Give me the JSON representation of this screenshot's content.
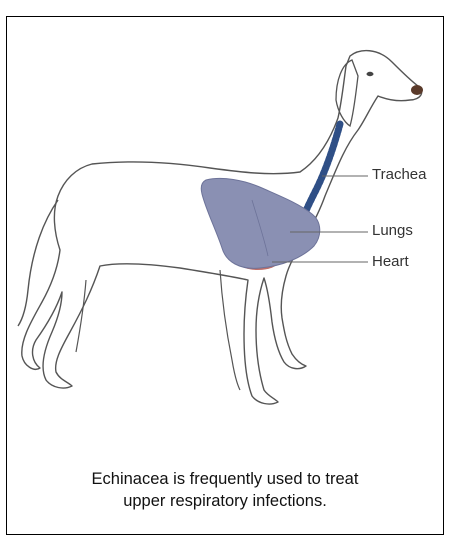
{
  "diagram": {
    "labels": {
      "trachea": "Trachea",
      "lungs": "Lungs",
      "heart": "Heart"
    },
    "caption": {
      "line1": "Echinacea is frequently used to treat",
      "line2": "upper respiratory infections."
    },
    "colors": {
      "lungs": "#8a90b3",
      "heart": "#c0706a",
      "trachea": "#2f4f86",
      "outline": "#555555",
      "nose": "#5a3a2a"
    }
  }
}
